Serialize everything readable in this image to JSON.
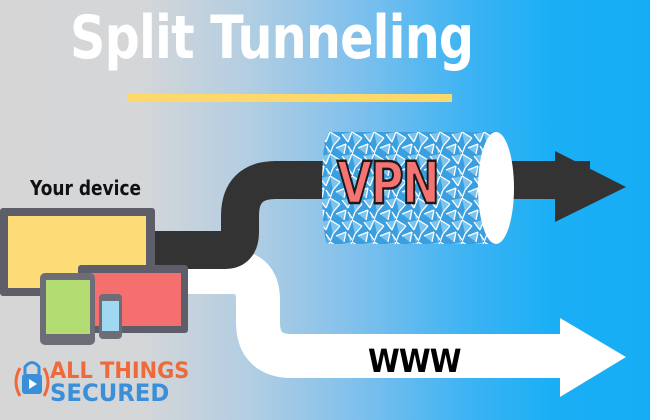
{
  "diagram": {
    "title": "Split Tunneling",
    "device_label": "Your device",
    "tunnel_label": "VPN",
    "internet_label": "WWW",
    "logo": {
      "line1": "ALL THINGS",
      "line2": "SECURED"
    },
    "paths": [
      {
        "name": "vpn-path",
        "from": "Your device",
        "through": "VPN",
        "color": "#333333"
      },
      {
        "name": "direct-path",
        "from": "Your device",
        "to": "WWW",
        "color": "#ffffff"
      }
    ],
    "devices": [
      "monitor",
      "laptop",
      "tablet",
      "phone"
    ],
    "colors": {
      "title": "#ffffff",
      "underline": "#fcd96a",
      "vpn_arrow": "#333333",
      "www_arrow": "#ffffff",
      "vpn_text": "#f47474",
      "tunnel": "#3a9fe0",
      "monitor_screen": "#fddc78",
      "laptop_screen": "#f56f6f",
      "tablet_screen": "#b3dc72",
      "phone_screen": "#9fd8f0",
      "device_frame": "#5e5e6a",
      "logo_orange": "#ef6a3a",
      "logo_blue": "#3b8fd9"
    }
  }
}
